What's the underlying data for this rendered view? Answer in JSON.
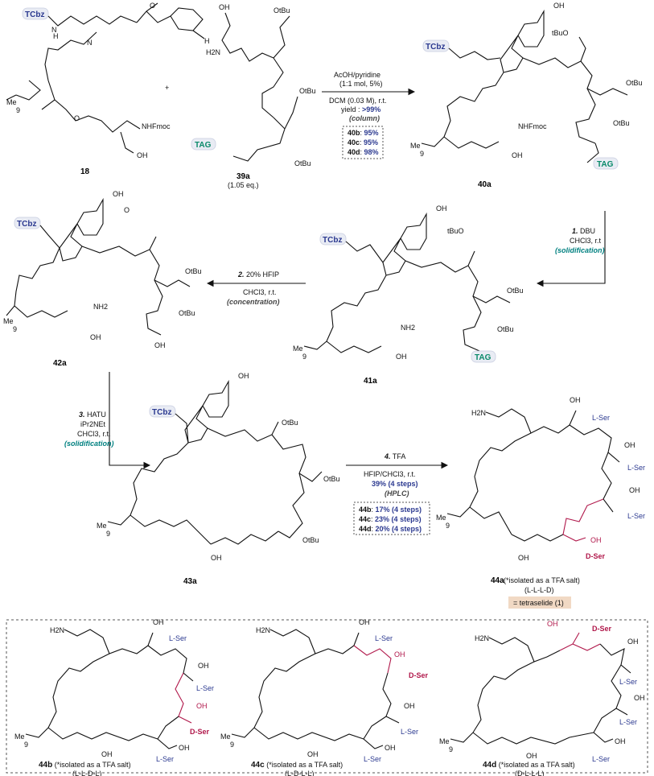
{
  "colors": {
    "blue": "#2b3990",
    "teal": "#008080",
    "red": "#b0174a",
    "tag_bg": "#e9ecf4",
    "tetra_bg": "#f1d9c4"
  },
  "icons": [
    "right-arrow-icon",
    "down-arrow-icon",
    "left-arrow-icon",
    "plus-icon"
  ],
  "groups": {
    "tcbz": "TCbz",
    "tag": "TAG",
    "nhfmoc": "NHFmoc",
    "nh2": "NH2",
    "oh": "OH",
    "otbu": "OtBu",
    "tbuo": "tBuO",
    "h2n": "H2N",
    "h": "H",
    "o": "O",
    "n": "N",
    "sub9": "9"
  },
  "compounds": {
    "c18": {
      "label": "18"
    },
    "c39a": {
      "label": "39a",
      "note": "(1.05 eq.)"
    },
    "c40a": {
      "label": "40a"
    },
    "c41a": {
      "label": "41a"
    },
    "c42a": {
      "label": "42a"
    },
    "c43a": {
      "label": "43a"
    },
    "c44a": {
      "label": "44a",
      "note": "(*isolated as a TFA salt)",
      "config": "(L-L-L-D)",
      "tetra": "= tetraselide (1)"
    },
    "c44b": {
      "label": "44b",
      "note": "(*isolated as a TFA salt)",
      "config": "(L-L-D-L)"
    },
    "c44c": {
      "label": "44c",
      "note": "(*isolated as a TFA salt)",
      "config": "(L-D-L-L)"
    },
    "c44d": {
      "label": "44d",
      "note": "(*isolated as a TFA salt)",
      "config": "(D-L-L-L)"
    }
  },
  "ser_labels": {
    "l_ser": "L-Ser",
    "d_ser": "D-Ser"
  },
  "steps": {
    "step0": {
      "reagent": "AcOH/pyridine",
      "ratio": "(1:1 mol, 5%)",
      "solvent": "DCM (0.03 M), r.t.",
      "yield_label": "yield :",
      "yield_value": ">99%",
      "method": "(column)",
      "yields": [
        {
          "compound": "40b",
          "value": "95%"
        },
        {
          "compound": "40c",
          "value": "95%"
        },
        {
          "compound": "40d",
          "value": "98%"
        }
      ]
    },
    "step1": {
      "number": "1.",
      "reagent": "DBU",
      "solvent": "CHCl3, r.t",
      "method": "(solidification)"
    },
    "step2": {
      "number": "2.",
      "reagent": "20% HFIP",
      "solvent": "CHCl3, r.t.",
      "method": "(concentration)"
    },
    "step3": {
      "number": "3.",
      "reagent": "HATU",
      "base": "iPr2NEt",
      "solvent": "CHCl3, r.t.",
      "method": "(solidification)"
    },
    "step4": {
      "number": "4.",
      "reagent": "TFA",
      "solvent": "HFIP/CHCl3, r.t.",
      "yield": "39% (4 steps)",
      "method": "(HPLC)",
      "yields": [
        {
          "compound": "44b",
          "value": "17% (4 steps)"
        },
        {
          "compound": "44c",
          "value": "23% (4 steps)"
        },
        {
          "compound": "44d",
          "value": "20% (4 steps)"
        }
      ]
    }
  }
}
